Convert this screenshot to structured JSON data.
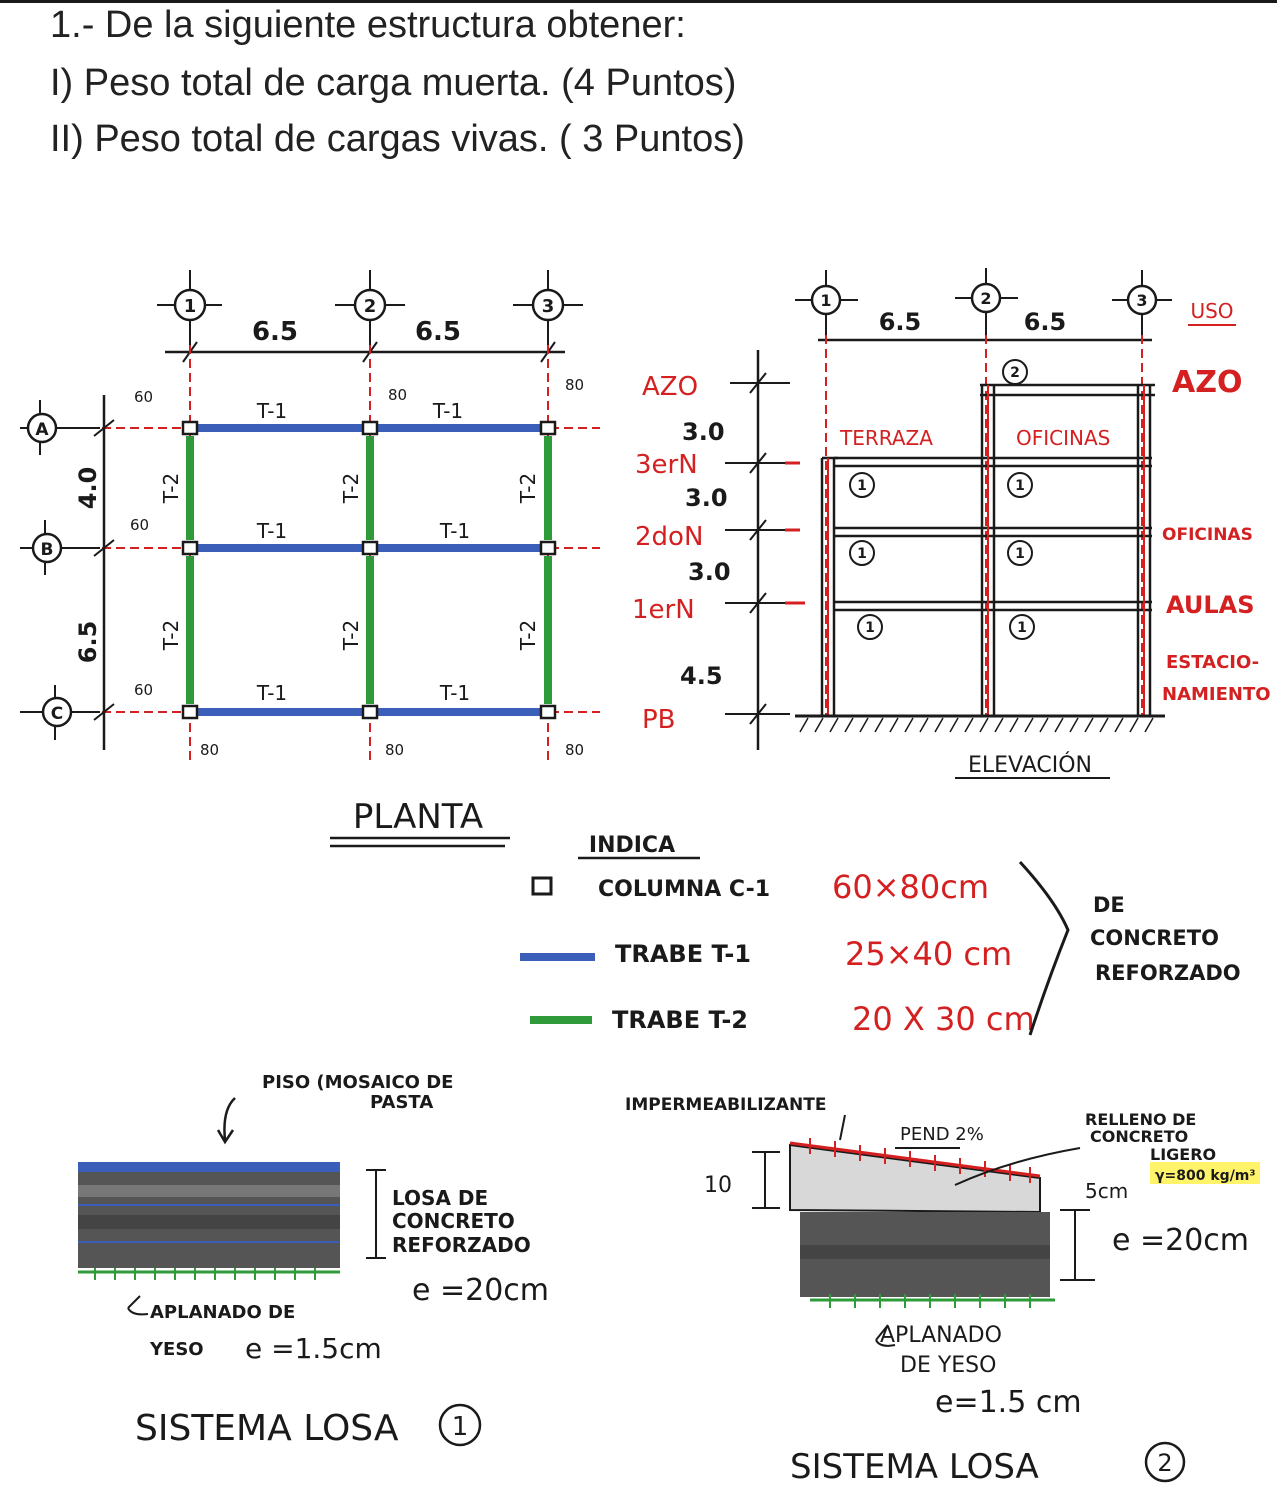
{
  "header": {
    "line1": "1.- De la siguiente estructura obtener:",
    "line2": "I) Peso total de carga muerta. (4 Puntos)",
    "line3": "II) Peso total de cargas vivas. ( 3 Puntos)"
  },
  "colors": {
    "ink": "#1a1a1a",
    "red": "#d42020",
    "blue": "#3b5fb8",
    "green": "#2f9a3a"
  },
  "planta": {
    "title": "PLANTA",
    "axes_x": [
      "1",
      "2",
      "3"
    ],
    "axes_y": [
      "A",
      "B",
      "C"
    ],
    "spans_x": [
      "6.5",
      "6.5"
    ],
    "spans_y": [
      "4.0",
      "6.5"
    ],
    "col_depth": "80",
    "col_width": "60",
    "beam_t1": "T-1",
    "beam_t2": "T-2"
  },
  "elevacion": {
    "title": "ELEVACIÓN",
    "axes": [
      "1",
      "2",
      "3"
    ],
    "spans": [
      "6.5",
      "6.5"
    ],
    "uso_header": "USO",
    "levels": [
      "AZO",
      "3erN",
      "2doN",
      "1erN",
      "PB"
    ],
    "heights": [
      "3.0",
      "3.0",
      "3.0",
      "4.5"
    ],
    "uses": [
      "AZO",
      "OFICINAS",
      "AULAS",
      "ESTACIO-",
      "NAMIENTO"
    ],
    "terraza": "TERRAZA",
    "oficinas": "OFICINAS",
    "slab_tag_top": "2",
    "slab_tag": "1"
  },
  "indica": {
    "title": "INDICA",
    "rows": [
      {
        "name": "COLUMNA C-1",
        "dim": "60×80cm"
      },
      {
        "name": "TRABE T-1",
        "dim": "25×40 cm"
      },
      {
        "name": "TRABE T-2",
        "dim": "20 X 30 cm"
      }
    ],
    "note": [
      "DE",
      "CONCRETO",
      "REFORZADO"
    ]
  },
  "losa1": {
    "title": "SISTEMA LOSA",
    "number": "1",
    "piso": [
      "PISO (MOSAICO DE",
      "PASTA"
    ],
    "losa": [
      "LOSA DE",
      "CONCRETO",
      "REFORZADO"
    ],
    "losa_e": "e =20cm",
    "aplanado": [
      "APLANADO DE",
      "YESO"
    ],
    "aplanado_e": "e =1.5cm"
  },
  "losa2": {
    "title": "SISTEMA LOSA",
    "number": "2",
    "imper": "IMPERMEABILIZANTE",
    "pend": "PEND 2%",
    "relleno": [
      "RELLENO DE",
      "CONCRETO",
      "LIGERO"
    ],
    "gamma": "γ=800 kg/m³",
    "thk10": "10",
    "thk5": "5cm",
    "e": "e =20cm",
    "aplanado": [
      "APLANADO",
      "DE YESO"
    ],
    "aplanado_e": "e=1.5 cm"
  }
}
